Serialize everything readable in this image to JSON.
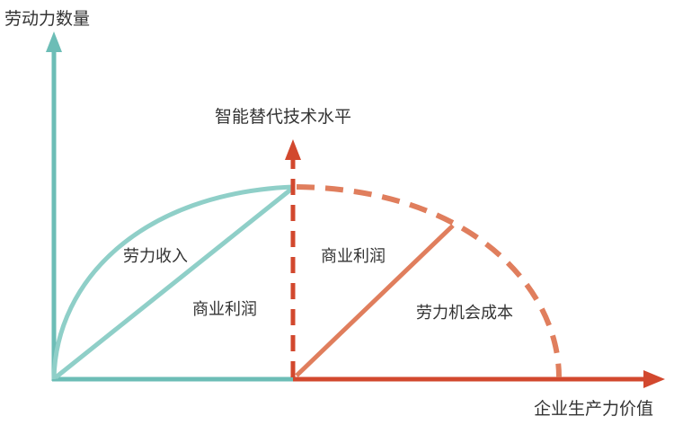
{
  "colors": {
    "teal": "#6cbdb6",
    "teal_light": "#8fcfc8",
    "red": "#d2482e",
    "orange": "#e07e5d",
    "text": "#333333"
  },
  "axes": {
    "y_label": "劳动力数量",
    "x_label": "企业生产力价值",
    "middle_label": "智能替代技术水平"
  },
  "regions": {
    "left_upper": "劳力收入",
    "left_lower": "商业利润",
    "right_upper": "商业利润",
    "right_lower": "劳力机会成本"
  }
}
